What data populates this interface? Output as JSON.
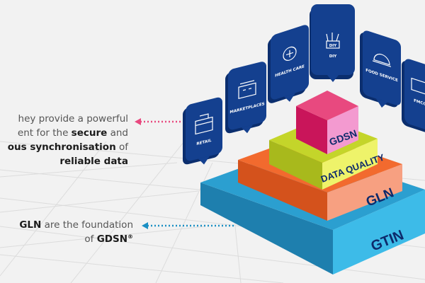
{
  "callouts": {
    "top": {
      "line1": "hey provide a powerful",
      "line2_pre": "ent for the ",
      "line2_bold": "secure",
      "line2_post": " and",
      "line3_bold": "ous synchronisation",
      "line3_post": " of",
      "line4_bold": "reliable data"
    },
    "bottom": {
      "line1_bold": "GLN",
      "line1_post": " are the foundation",
      "line2_pre": "of ",
      "line2_bold": "GDSN",
      "line2_sup": "®"
    }
  },
  "sectors": [
    {
      "label": "RETAIL",
      "icon": "shop-icon"
    },
    {
      "label": "MARKETPLACES",
      "icon": "marketplace-icon"
    },
    {
      "label": "HEALTH CARE",
      "icon": "health-care-icon"
    },
    {
      "label": "DIY",
      "icon": "toolbox-icon",
      "badge": "DIY"
    },
    {
      "label": "FOOD SERVICE",
      "icon": "food-service-icon"
    },
    {
      "label": "FMCG",
      "icon": "fmcg-icon"
    }
  ],
  "pyramid": [
    {
      "label": "GDSN",
      "color": "#e8497f"
    },
    {
      "label": "DATA QUALITY",
      "color": "#c4d52a"
    },
    {
      "label": "GLN",
      "color": "#f26a2e"
    },
    {
      "label": "GTIN",
      "color": "#2ba8d8"
    }
  ],
  "colors": {
    "pin": "#14408f",
    "arrow_top": "#e8497f",
    "arrow_bottom": "#1b8fc4"
  }
}
